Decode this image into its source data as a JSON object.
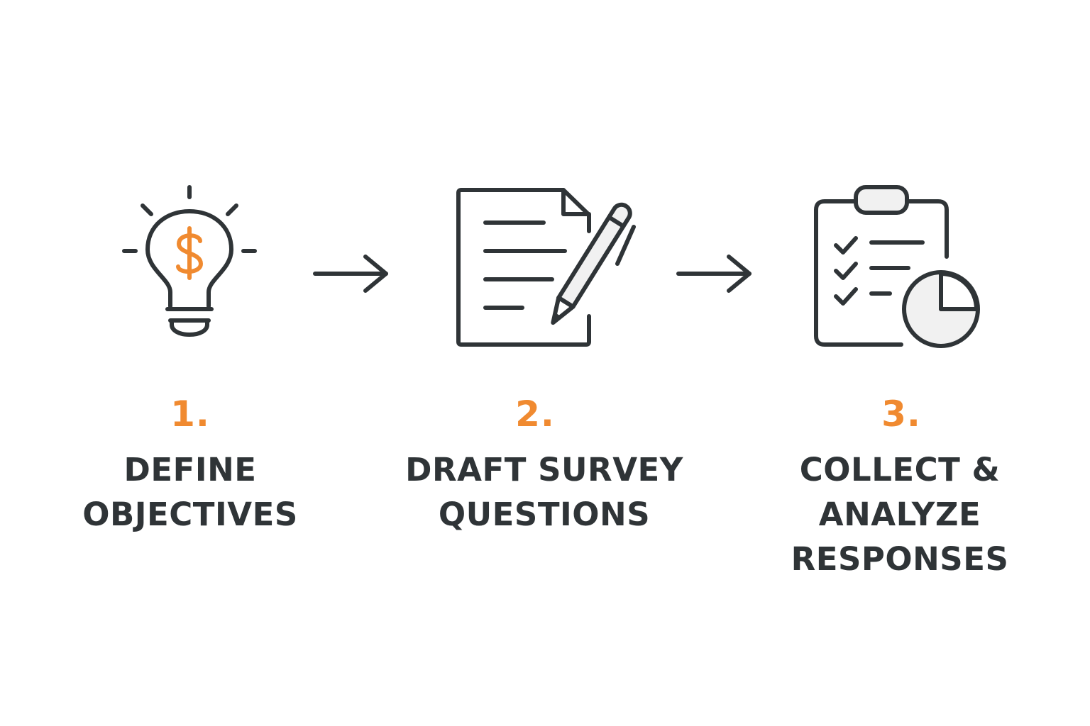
{
  "colors": {
    "ink": "#2f3437",
    "accent": "#f08a30",
    "fill": "#f1f1f1",
    "background": "#ffffff"
  },
  "steps": [
    {
      "icon": "lightbulb-dollar-icon",
      "number": "1.",
      "label_lines": [
        "DEFINE",
        "OBJECTIVES"
      ]
    },
    {
      "icon": "document-pencil-icon",
      "number": "2.",
      "label_lines": [
        "DRAFT SURVEY",
        "QUESTIONS"
      ]
    },
    {
      "icon": "clipboard-chart-icon",
      "number": "3.",
      "label_lines": [
        "COLLECT &",
        "ANALYZE",
        "RESPONSES"
      ]
    }
  ],
  "connectors": [
    "right-arrow-icon",
    "right-arrow-icon"
  ]
}
